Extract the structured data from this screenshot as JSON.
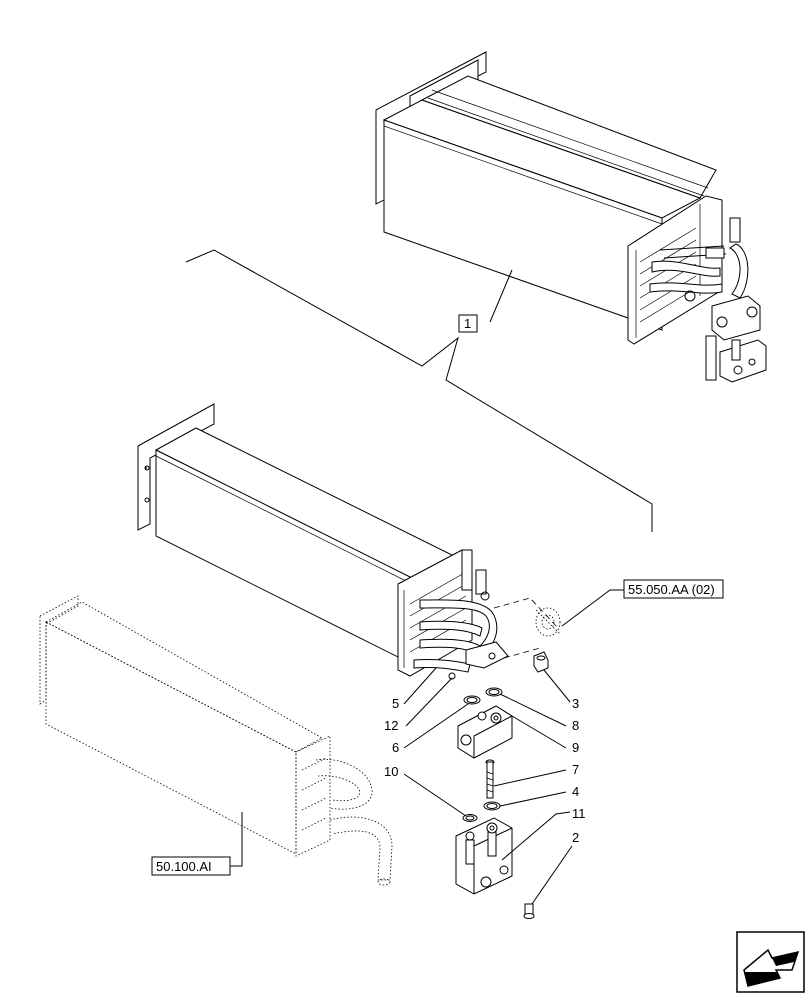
{
  "callouts": {
    "c1": "1",
    "c2": "2",
    "c3": "3",
    "c4": "4",
    "c5": "5",
    "c6": "6",
    "c7": "7",
    "c8": "8",
    "c9": "9",
    "c10": "10",
    "c11": "11",
    "c12": "12"
  },
  "references": {
    "ac_reference": "55.050.AA (02)",
    "heater_reference": "50.100.AI"
  },
  "icons": {
    "nav": "next-page-arrow-icon"
  }
}
